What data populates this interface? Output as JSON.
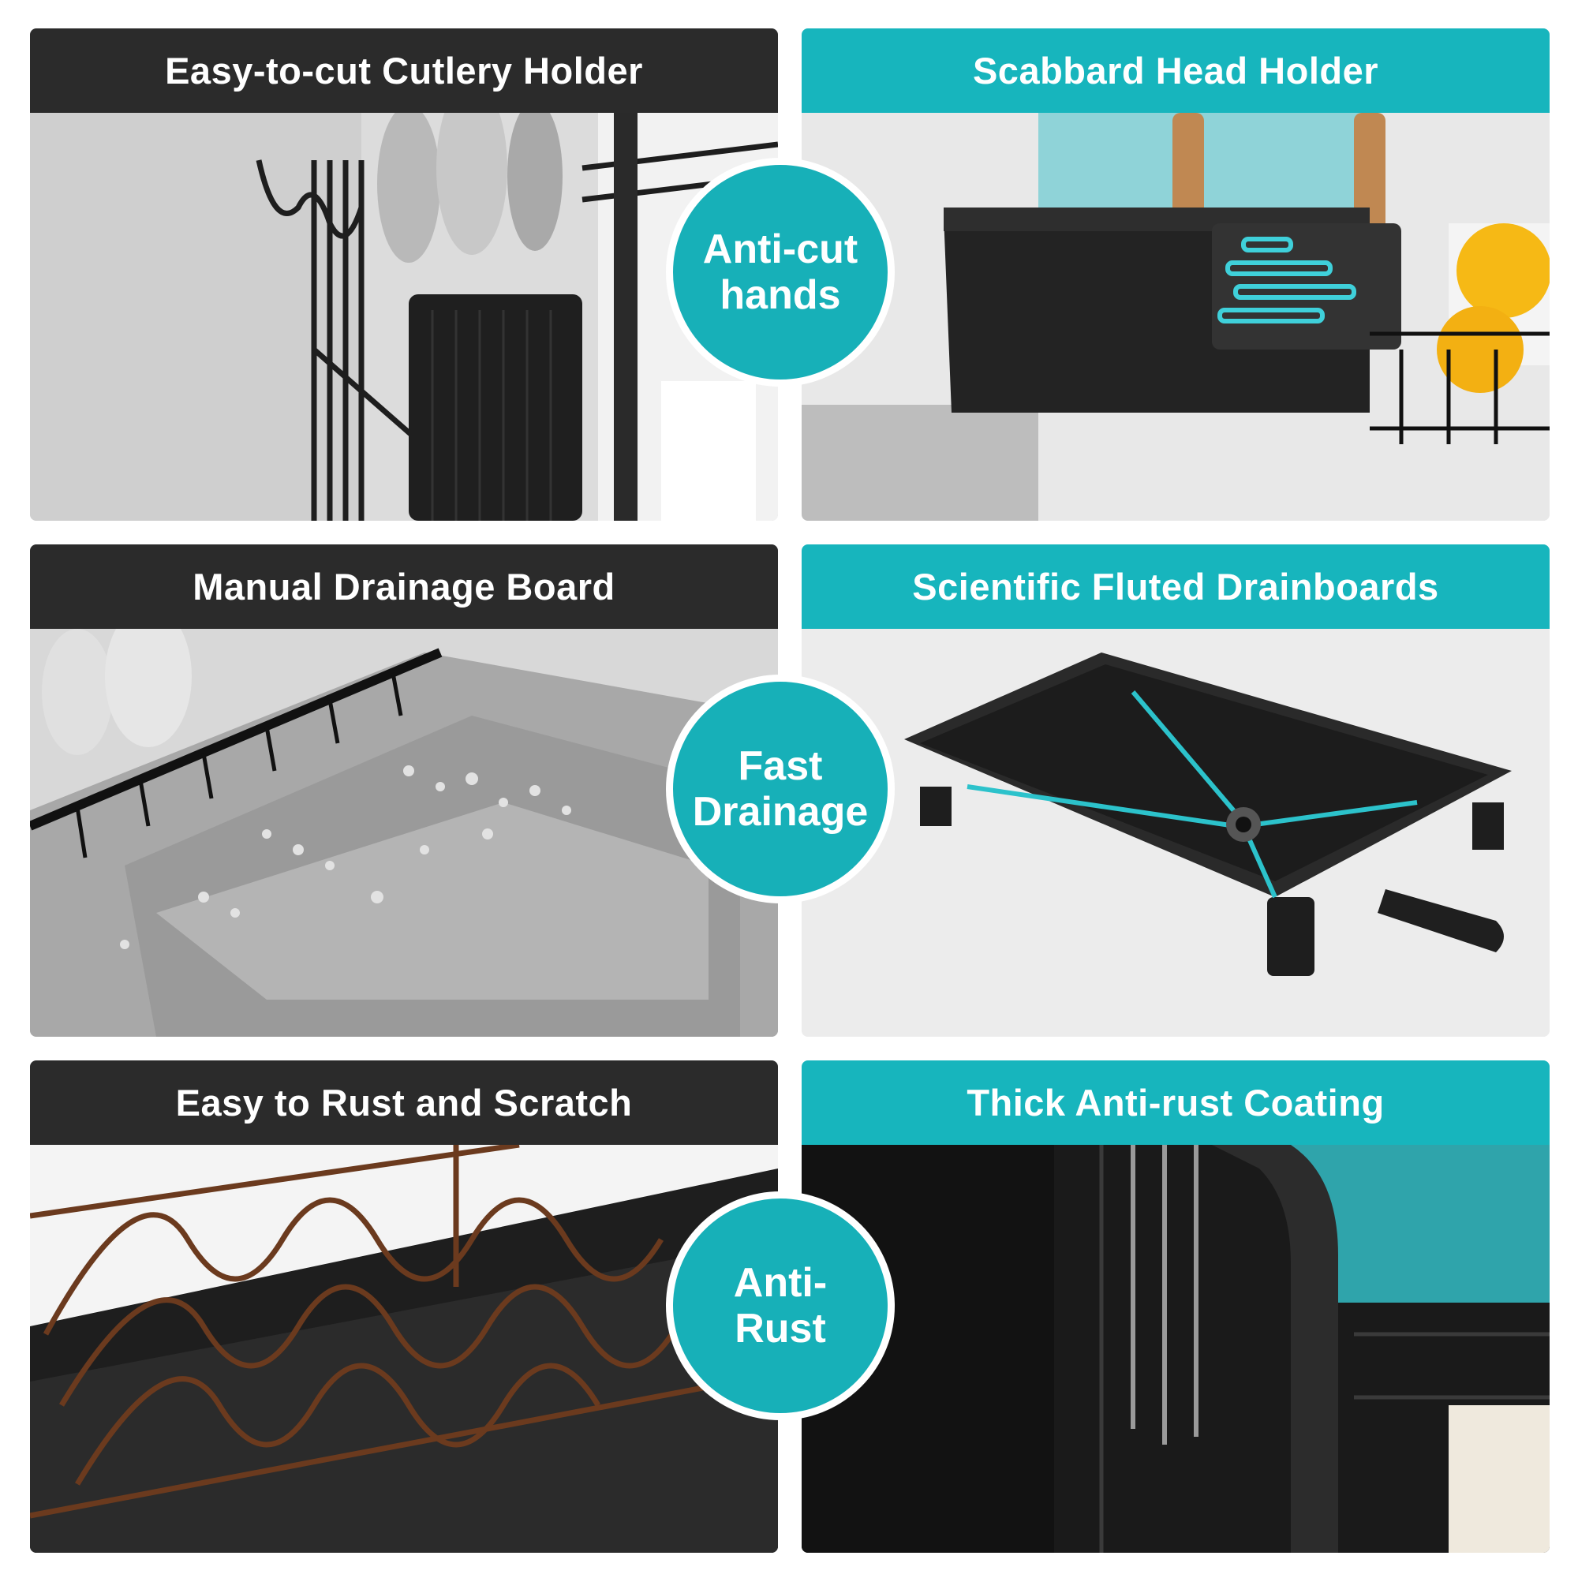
{
  "panels": {
    "top_left": {
      "title": "Easy-to-cut Cutlery Holder"
    },
    "top_right": {
      "title": "Scabbard Head Holder"
    },
    "mid_left": {
      "title": "Manual Drainage Board"
    },
    "mid_right": {
      "title": "Scientific Fluted Drainboards"
    },
    "bottom_left": {
      "title": "Easy to Rust and Scratch"
    },
    "bottom_right": {
      "title": "Thick Anti-rust Coating"
    }
  },
  "badges": {
    "top": "Anti-cut\nhands",
    "middle": "Fast\nDrainage",
    "bottom": "Anti-\nRust"
  },
  "colors": {
    "teal": "#17b5bd",
    "dark": "#2b2b2b",
    "badge": "#17b0b8"
  }
}
